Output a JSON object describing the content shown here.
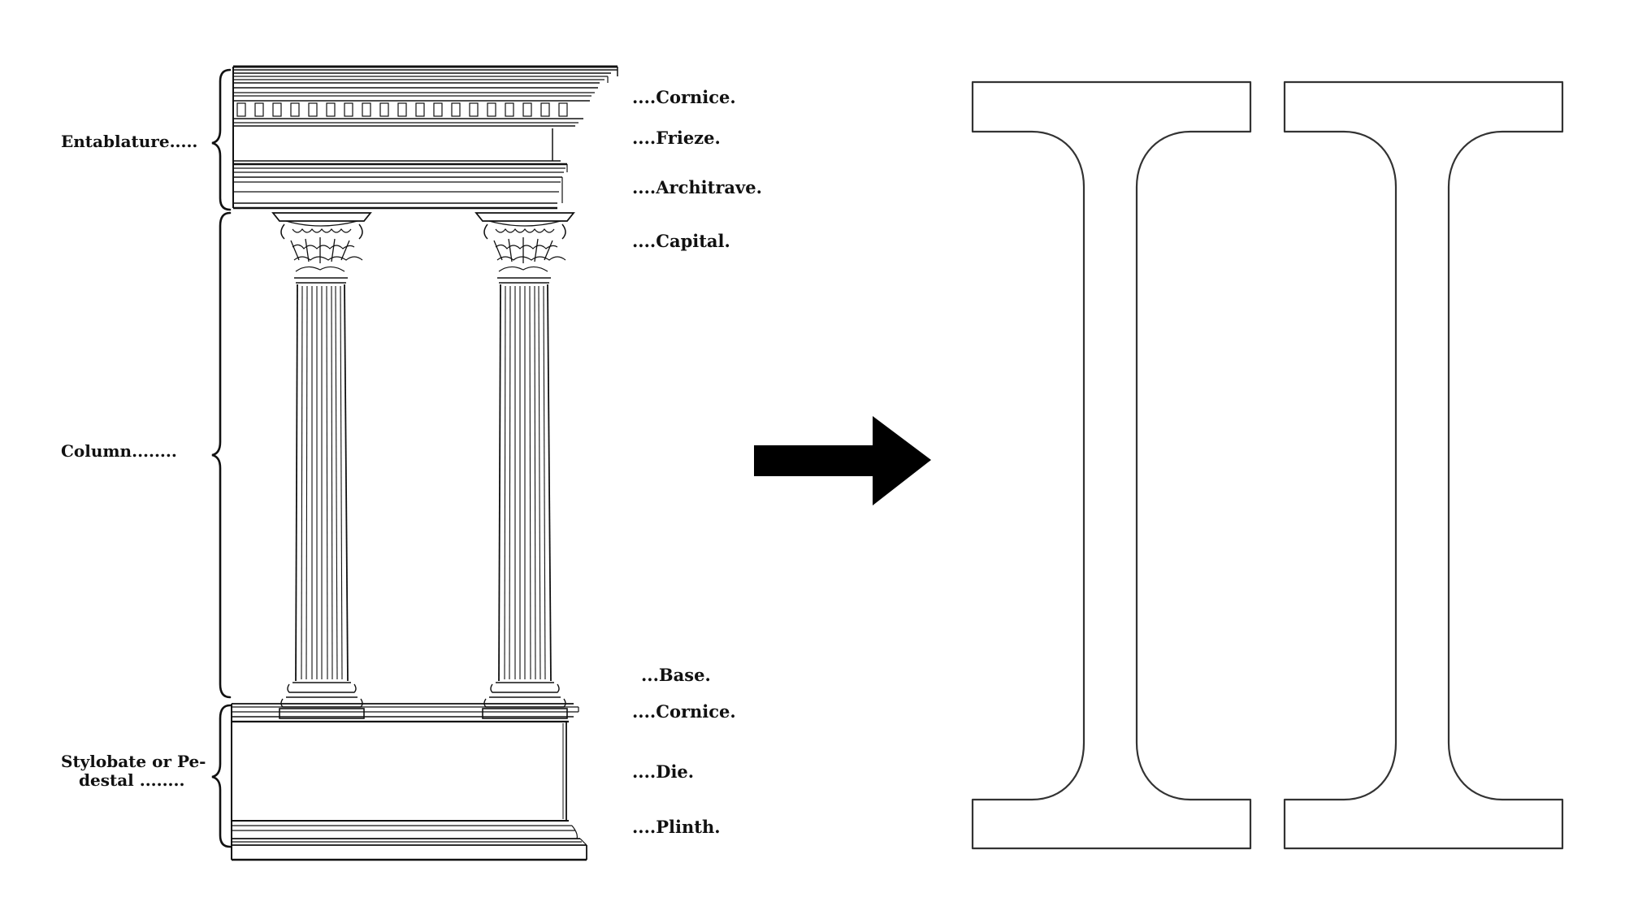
{
  "left_labels": {
    "entablature": "Entablature.....",
    "column": "Column........",
    "stylobate_line1": "Stylobate or Pe-",
    "stylobate_line2": "destal ........"
  },
  "right_labels": {
    "cornice_top": "....Cornice.",
    "frieze": "....Frieze.",
    "architrave": "....Architrave.",
    "capital": "....Capital.",
    "base": "...Base.",
    "cornice_bottom": "....Cornice.",
    "die": "....Die.",
    "plinth": "....Plinth."
  },
  "colors": {
    "ink": "#111111",
    "outline": "#333333",
    "background": "#ffffff"
  },
  "icons": {
    "arrow": "arrow-right-icon",
    "glyph": "serif-letter-i-icon"
  }
}
